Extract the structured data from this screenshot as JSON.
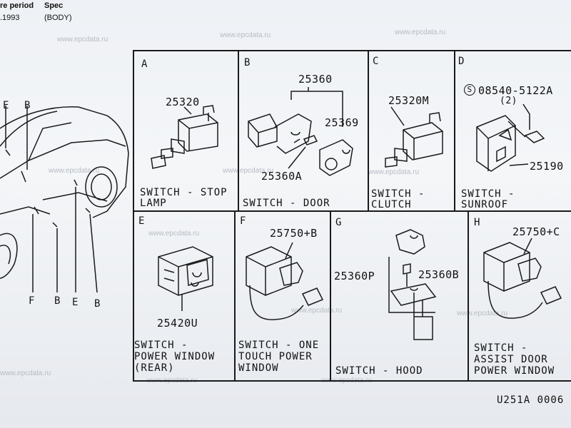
{
  "header": {
    "period_fragment": "re period",
    "spec_label": "Spec",
    "date_fragment": ".1993",
    "body_label": "(BODY)"
  },
  "watermark": "www.epcdata.ru",
  "car": {
    "callouts": [
      "E",
      "B",
      "F",
      "B",
      "E",
      "B"
    ]
  },
  "panels": [
    {
      "letter": "A",
      "parts": [
        "25320"
      ],
      "caption": [
        "SWITCH - STOP",
        "LAMP"
      ]
    },
    {
      "letter": "B",
      "parts": [
        "25360",
        "25369",
        "25360A"
      ],
      "caption": [
        "SWITCH - DOOR"
      ]
    },
    {
      "letter": "C",
      "parts": [
        "25320M"
      ],
      "caption": [
        "SWITCH -",
        "CLUTCH"
      ]
    },
    {
      "letter": "D",
      "parts": [
        "S",
        "08540-5122A",
        "(2)",
        "25190"
      ],
      "caption": [
        "SWITCH -",
        "SUNROOF"
      ]
    },
    {
      "letter": "E",
      "parts": [
        "25420U"
      ],
      "caption": [
        "SWITCH -",
        "POWER WINDOW",
        "(REAR)"
      ]
    },
    {
      "letter": "F",
      "parts": [
        "25750+B"
      ],
      "caption": [
        "SWITCH - ONE",
        "TOUCH POWER",
        "WINDOW"
      ]
    },
    {
      "letter": "G",
      "parts": [
        "25360P",
        "25360B"
      ],
      "caption": [
        "SWITCH - HOOD"
      ]
    },
    {
      "letter": "H",
      "parts": [
        "25750+C"
      ],
      "caption": [
        "SWITCH -",
        "ASSIST DOOR",
        "POWER WINDOW"
      ]
    }
  ],
  "figure_code": "U251A 0006",
  "icon_names": [
    "car-outline-icon",
    "stop-lamp-switch-icon",
    "door-switch-icon",
    "clutch-switch-icon",
    "sunroof-switch-icon",
    "power-window-switch-icon",
    "hood-switch-icon"
  ]
}
